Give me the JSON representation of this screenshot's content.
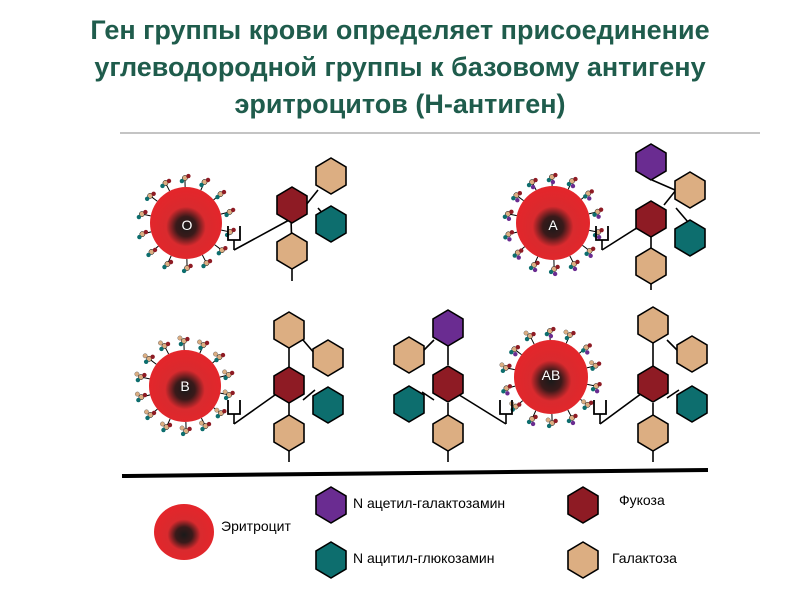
{
  "title": {
    "line1": "Ген группы крови определяет присоединение",
    "line2": "углеводородной группы к базовому антигену",
    "line3": "эритроцитов (Н-антиген)"
  },
  "cells": {
    "o": "O",
    "a": "A",
    "b": "B",
    "ab": "AB"
  },
  "legend": {
    "erythrocyte": "Эритроцит",
    "galnac": "N ацетил-галактозамин",
    "glcnac": "N ацитил-глюкозамин",
    "fucose": "Фукоза",
    "galactose": "Галактоза"
  },
  "colors": {
    "title": "#1f5c4c",
    "cell": "#e3262b",
    "galnac": "#6a2c91",
    "glcnac": "#0d6e6e",
    "fucose": "#8e1b24",
    "galactose": "#dcae82"
  }
}
